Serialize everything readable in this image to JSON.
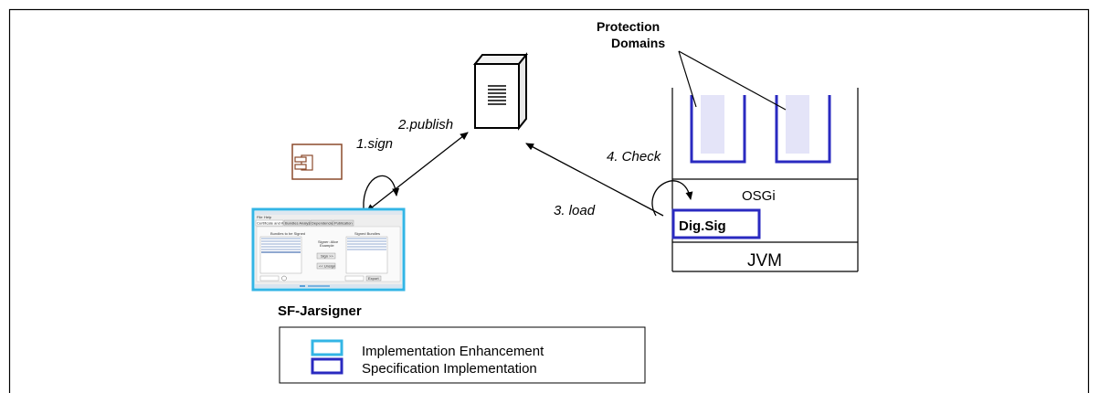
{
  "labels": {
    "step_sign": "1.sign",
    "step_publish": "2.publish",
    "step_load": "3. load",
    "step_check": "4. Check",
    "protection_domains_line1": "Protection",
    "protection_domains_line2": "Domains",
    "osgi": "OSGi",
    "digsig": "Dig.Sig",
    "jvm": "JVM",
    "tool_name": "SF-Jarsigner"
  },
  "legend": {
    "items": [
      {
        "label": "Implementation Enhancement",
        "color": "#33b5e5"
      },
      {
        "label": "Specification Implementation",
        "color": "#2a2ac0"
      }
    ]
  },
  "screenshot": {
    "menu": [
      "File",
      "Help"
    ],
    "tabs": [
      "Certificate and Keys",
      "Bundles Analysis",
      "Dependencies",
      "Publication"
    ],
    "left_panel_title": "Bundles to be Signed",
    "right_panel_title": "Signed Bundles",
    "middle_text_line1": "Signer: Alice",
    "middle_text_line2": "Example",
    "sign_button": "Sign >>",
    "unsign_button": "<< Unsign",
    "export_button": "Export"
  },
  "icons": [
    "server-icon",
    "component-icon",
    "cycle-arrow-icon"
  ],
  "colors": {
    "enhancement": "#33b5e5",
    "specification": "#2a2ac0",
    "domain_fill": "#e4e4f8"
  }
}
